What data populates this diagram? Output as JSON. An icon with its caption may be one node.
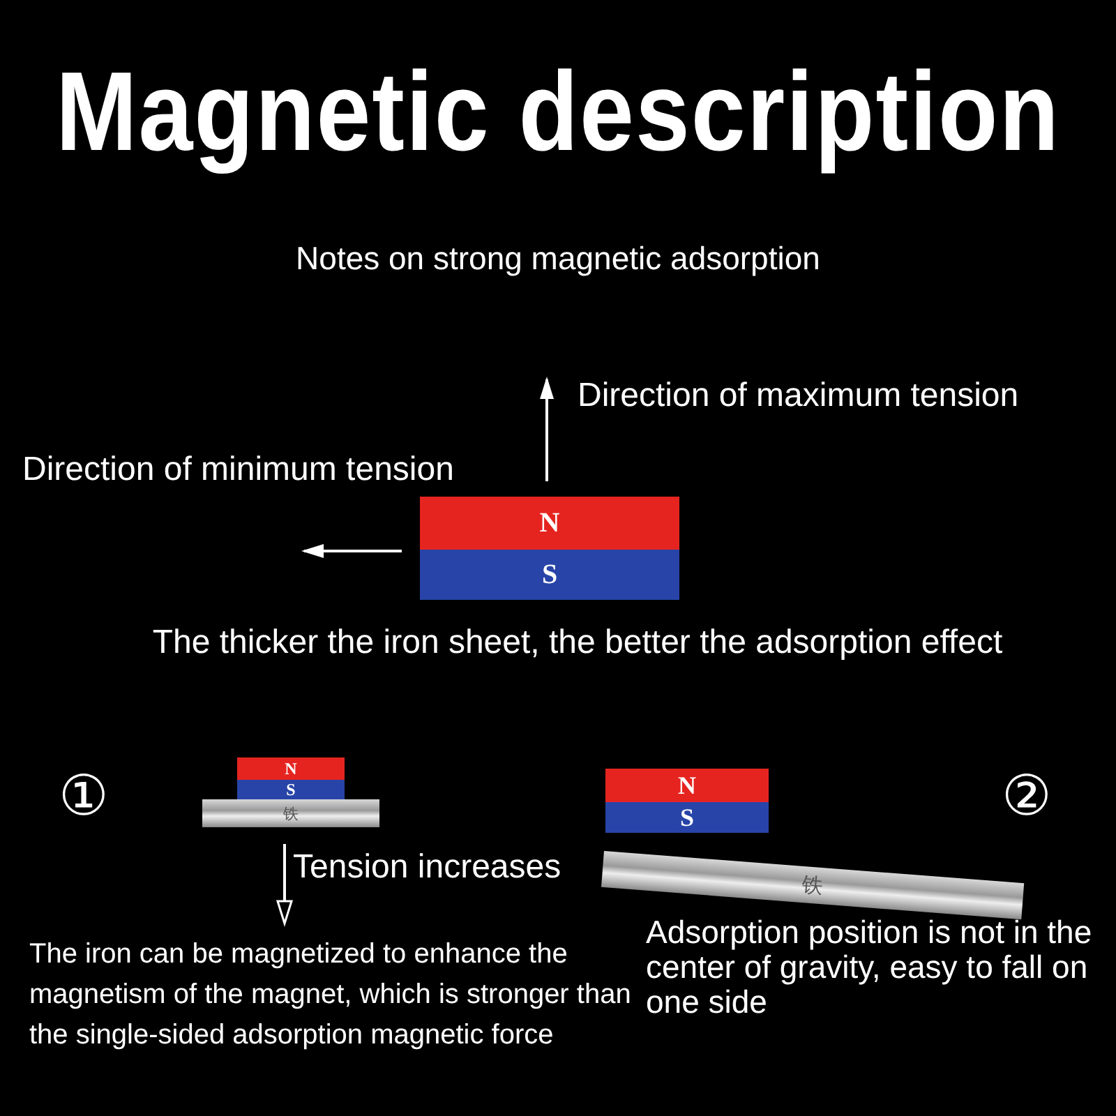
{
  "diagram": {
    "title": "Magnetic description",
    "nodes": [
      {
        "text": [
          "N"
        ]
      },
      {
        "text": [
          "S"
        ]
      },
      {
        "text": [
          "N"
        ]
      },
      {
        "text": [
          "S"
        ]
      },
      {
        "text": [
          "铁"
        ]
      },
      {
        "text": [
          "N"
        ]
      },
      {
        "text": [
          "S"
        ]
      },
      {
        "text": [
          "铁"
        ]
      }
    ],
    "edges": [],
    "labels": [
      "Notes on strong magnetic adsorption",
      "Direction of maximum tension",
      "Direction of minimum tension",
      "The thicker the iron sheet, the better the adsorption effect",
      "①",
      "②",
      "Tension increases",
      "The iron can be magnetized to enhance the magnetism of the magnet, which is stronger than the single-sided adsorption magnetic force",
      "Adsorption position is not in the center of gravity, easy to fall on one side"
    ]
  }
}
